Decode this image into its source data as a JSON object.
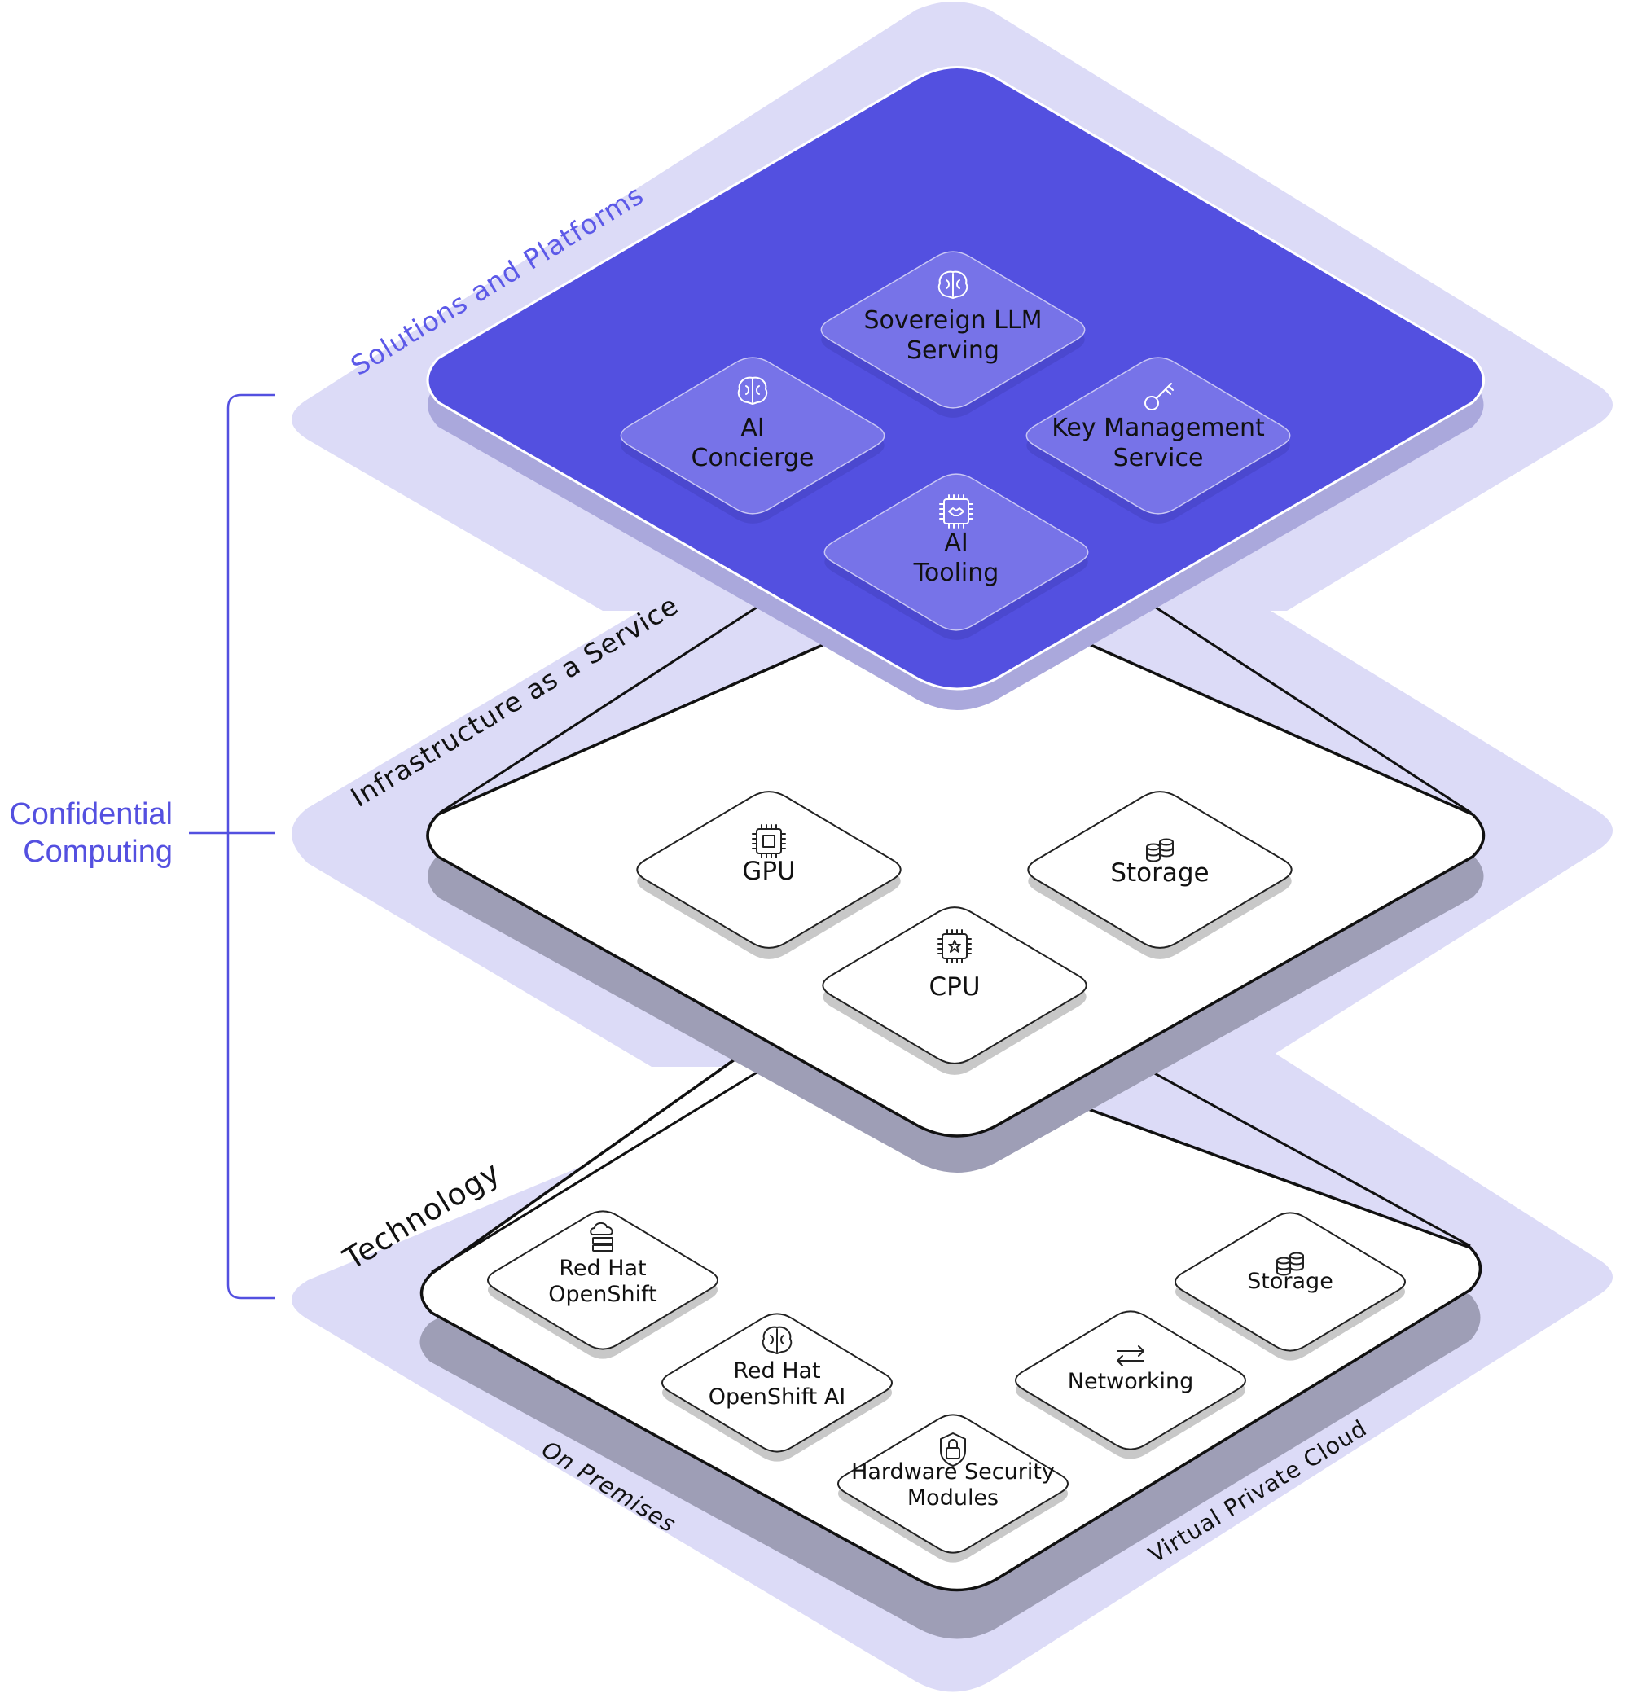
{
  "side_label": {
    "line1": "Confidential",
    "line2": "Computing"
  },
  "colors": {
    "band": "#dcdbf7",
    "accent": "#5350e0",
    "accent_text": "#5450e0",
    "top_card": "#7773e8",
    "shadow_dark": "#9e9eb6",
    "shadow_top": "#aaa8dc",
    "stroke": "#111111",
    "white": "#ffffff"
  },
  "layers": {
    "solutions": {
      "title": "Solutions and Platforms",
      "cards": [
        {
          "icon": "brain-icon",
          "lines": [
            "Sovereign LLM",
            "Serving"
          ]
        },
        {
          "icon": "brain-chip-icon",
          "lines": [
            "AI",
            "Concierge"
          ]
        },
        {
          "icon": "key-icon",
          "lines": [
            "Key Management",
            "Service"
          ]
        },
        {
          "icon": "handshake-chip-icon",
          "lines": [
            "AI",
            "Tooling"
          ]
        }
      ]
    },
    "iaas": {
      "title": "Infrastructure as a Service",
      "cards": [
        {
          "icon": "gpu-chip-icon",
          "lines": [
            "GPU"
          ]
        },
        {
          "icon": "database-icon",
          "lines": [
            "Storage"
          ]
        },
        {
          "icon": "cpu-chip-icon",
          "lines": [
            "CPU"
          ]
        }
      ]
    },
    "technology": {
      "title": "Technology",
      "left_edge_label": "On Premises",
      "right_edge_label": "Virtual Private Cloud",
      "cards": [
        {
          "icon": "cloud-server-icon",
          "lines": [
            "Red Hat",
            "OpenShift"
          ]
        },
        {
          "icon": "brain-circuit-icon",
          "lines": [
            "Red Hat",
            "OpenShift AI"
          ]
        },
        {
          "icon": "lock-icon",
          "lines": [
            "Hardware Security",
            "Modules"
          ]
        },
        {
          "icon": "arrows-exchange-icon",
          "lines": [
            "Networking"
          ]
        },
        {
          "icon": "database-icon",
          "lines": [
            "Storage"
          ]
        }
      ]
    }
  }
}
